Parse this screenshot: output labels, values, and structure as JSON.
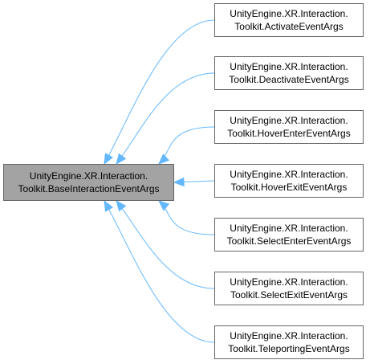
{
  "base": {
    "line1": "UnityEngine.XR.Interaction.",
    "line2": "Toolkit.BaseInteractionEventArgs"
  },
  "derived": [
    {
      "line1": "UnityEngine.XR.Interaction.",
      "line2": "Toolkit.ActivateEventArgs"
    },
    {
      "line1": "UnityEngine.XR.Interaction.",
      "line2": "Toolkit.DeactivateEventArgs"
    },
    {
      "line1": "UnityEngine.XR.Interaction.",
      "line2": "Toolkit.HoverEnterEventArgs"
    },
    {
      "line1": "UnityEngine.XR.Interaction.",
      "line2": "Toolkit.HoverExitEventArgs"
    },
    {
      "line1": "UnityEngine.XR.Interaction.",
      "line2": "Toolkit.SelectEnterEventArgs"
    },
    {
      "line1": "UnityEngine.XR.Interaction.",
      "line2": "Toolkit.SelectExitEventArgs"
    },
    {
      "line1": "UnityEngine.XR.Interaction.",
      "line2": "Toolkit.TeleportingEventArgs"
    }
  ],
  "colors": {
    "edge": "#63b8ff",
    "base_fill": "#a3a3a3",
    "node_border": "#666666"
  }
}
